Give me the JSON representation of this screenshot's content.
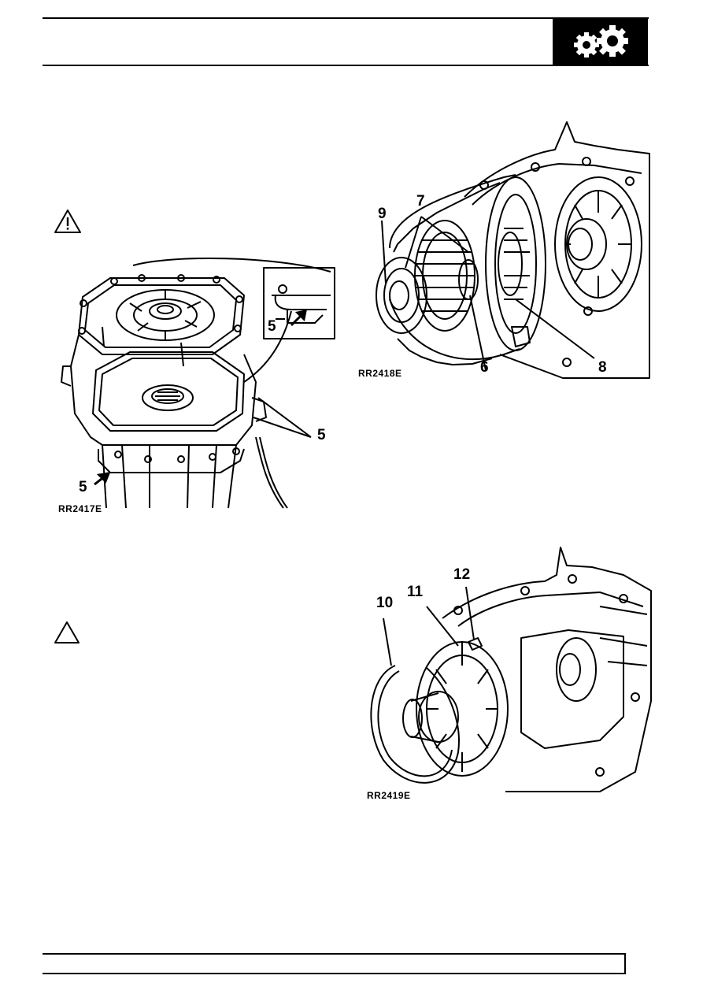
{
  "header": {
    "icon": "gears-icon"
  },
  "figures": {
    "fig1": {
      "code": "RR2417E",
      "labels": {
        "a": "5",
        "b": "5",
        "c": "5"
      }
    },
    "fig2": {
      "code": "RR2418E",
      "labels": {
        "l9": "9",
        "l7": "7",
        "l6": "6",
        "l8": "8"
      }
    },
    "fig3": {
      "code": "RR2419E",
      "labels": {
        "l10": "10",
        "l11": "11",
        "l12": "12"
      }
    }
  },
  "warnings": [
    {
      "icon": "warning-exclamation-icon"
    },
    {
      "icon": "caution-triangle-icon"
    }
  ]
}
